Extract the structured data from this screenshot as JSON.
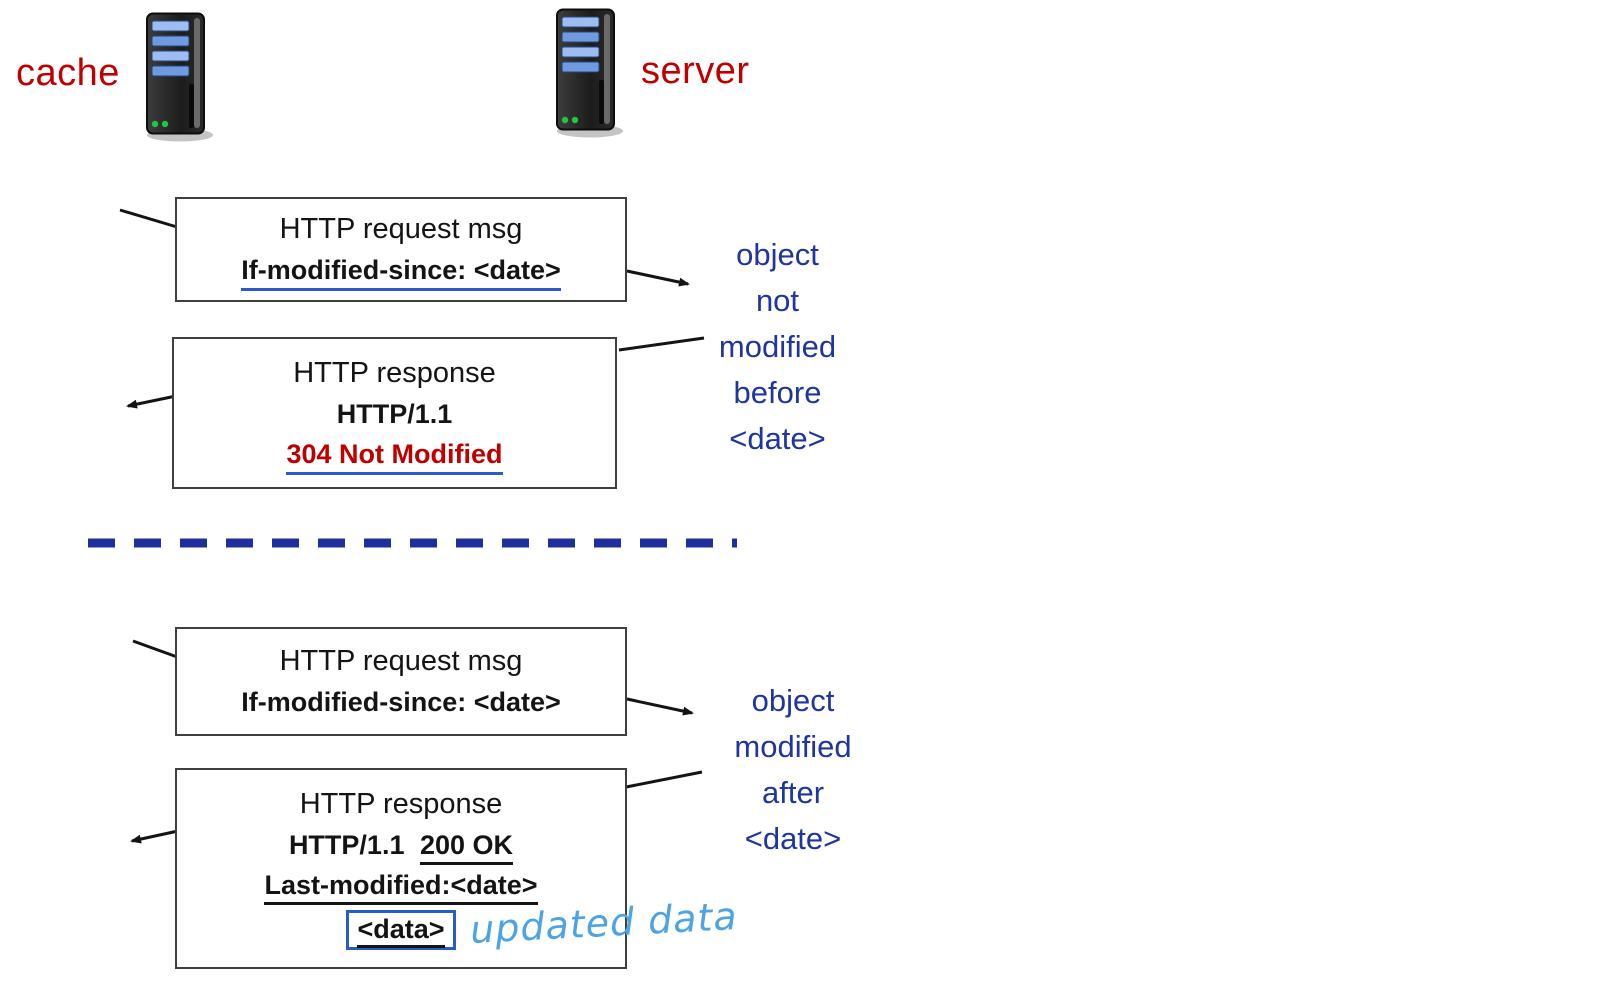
{
  "hosts": {
    "cache_label": "cache",
    "server_label": "server"
  },
  "icons": {
    "cache_icon": "server-tower-icon",
    "server_icon": "server-tower-icon"
  },
  "scenario1": {
    "request_box": {
      "title": "HTTP request msg",
      "header": "If-modified-since: <date>"
    },
    "response_box": {
      "title": "HTTP response",
      "version": "HTTP/1.1",
      "status": "304 Not Modified"
    },
    "server_note_lines": [
      "object",
      "not",
      "modified",
      "before",
      "<date>"
    ]
  },
  "scenario2": {
    "request_box": {
      "title": "HTTP request msg",
      "header": "If-modified-since: <date>"
    },
    "response_box": {
      "title": "HTTP response",
      "version_prefix": "HTTP/1.1",
      "status": "200 OK",
      "last_modified": "Last-modified:<date>",
      "data": "<data>"
    },
    "server_note_lines": [
      "object",
      "modified",
      "after",
      "<date>"
    ],
    "handwritten_annotation": "updated data"
  },
  "colors": {
    "host_label_red": "#C00000",
    "note_blue": "#1F35A0",
    "status_error_red": "#C00000",
    "underline_blue": "#2B5BC7",
    "separator_blue": "#1F2F9E",
    "handwriting_blue": "#4DA3E6"
  }
}
